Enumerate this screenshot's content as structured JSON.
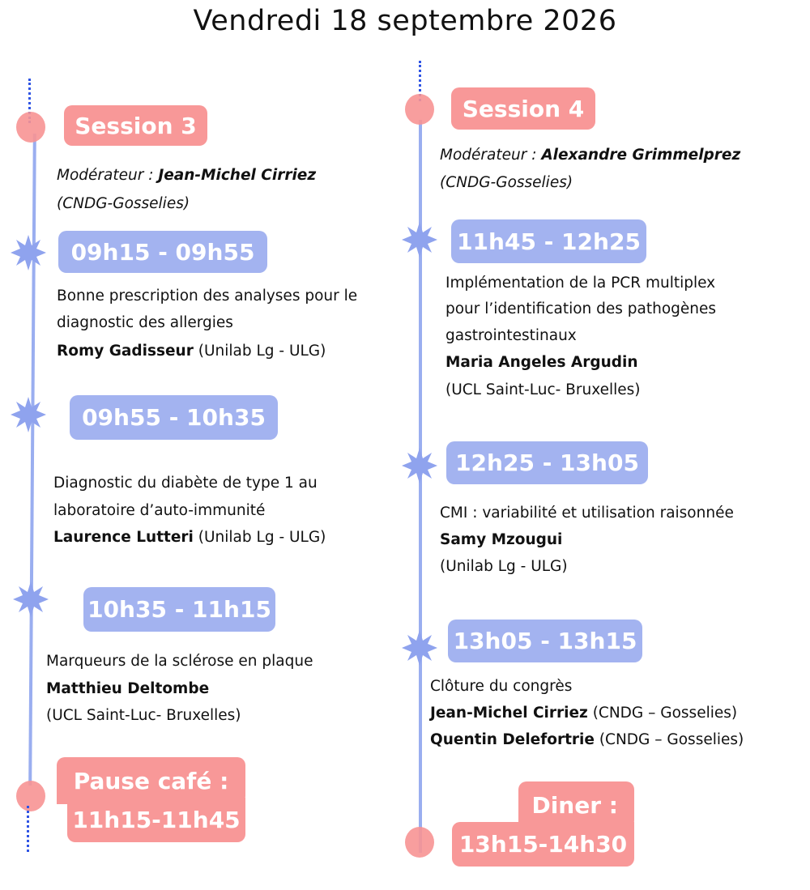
{
  "title": "Vendredi 18 septembre 2026",
  "colors": {
    "pink": "#f89898",
    "blue": "#a3b3f0",
    "line": "#9aaef0",
    "dots": "#2f54e4"
  },
  "left": {
    "session": "Session 3",
    "moderator_label": "Modérateur : ",
    "moderator_name": "Jean-Michel Cirriez",
    "moderator_affil": "(CNDG-Gosselies)",
    "talks": [
      {
        "time": "09h15 - 09h55",
        "title_lines": [
          "Bonne prescription des analyses pour le",
          "diagnostic des allergies"
        ],
        "speaker": "Romy Gadisseur",
        "affil": " (Unilab Lg - ULG)"
      },
      {
        "time": "09h55 - 10h35",
        "title_lines": [
          "Diagnostic du diabète de type 1 au",
          "laboratoire d’auto-immunité"
        ],
        "speaker": "Laurence Lutteri",
        "affil": " (Unilab Lg - ULG)"
      },
      {
        "time": "10h35 - 11h15",
        "title_lines": [
          "Marqueurs de la sclérose en plaque"
        ],
        "speaker": "Matthieu Deltombe",
        "affil": "(UCL Saint-Luc- Bruxelles)"
      }
    ],
    "break_label": "Pause café :",
    "break_time": "11h15-11h45"
  },
  "right": {
    "session": "Session 4",
    "moderator_label": "Modérateur : ",
    "moderator_name": "Alexandre Grimmelprez",
    "moderator_affil": "(CNDG-Gosselies)",
    "talks": [
      {
        "time": "11h45 - 12h25",
        "title_lines": [
          "Implémentation de la PCR multiplex",
          "pour l’identification des pathogènes",
          "gastrointestinaux"
        ],
        "speaker": "Maria Angeles Argudin",
        "affil": "(UCL Saint-Luc- Bruxelles)"
      },
      {
        "time": "12h25 - 13h05",
        "title_lines": [
          "CMI : variabilité et utilisation raisonnée"
        ],
        "speaker": "Samy Mzougui",
        "affil": "(Unilab Lg - ULG)"
      },
      {
        "time": "13h05 - 13h15",
        "title_lines": [
          "Clôture du congrès"
        ],
        "speakers": [
          {
            "name": "Jean-Michel Cirriez",
            "affil": " (CNDG – Gosselies)"
          },
          {
            "name": "Quentin Delefortrie",
            "affil": " (CNDG – Gosselies)"
          }
        ]
      }
    ],
    "break_label": "Diner :",
    "break_time": "13h15-14h30"
  }
}
